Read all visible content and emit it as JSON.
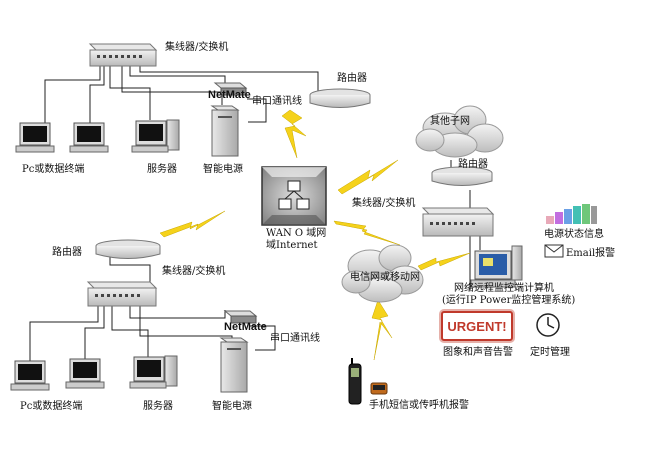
{
  "labels": {
    "hub_top": "集线器/交换机",
    "router_top": "路由器",
    "netmate_top": "NetMate",
    "serial_top": "串口通讯线",
    "pc_top": "Pc或数据终端",
    "server_top": "服务器",
    "ups_top": "智能电源",
    "wan_line1": "WAN O 域网",
    "wan_line2": "域Internet",
    "other_net": "其他子网",
    "router_right": "路由器",
    "hub_right": "集线器/交换机",
    "router_left": "路由器",
    "hub_left": "集线器/交换机",
    "power_info": "电源状态信息",
    "email_alarm": "Email报警",
    "telecom_net": "电信网或移动网",
    "remote_line1": "网络远程监控端计算机",
    "remote_line2": "(运行IP Power监控管理系统)",
    "urgent": "URGENT!",
    "alarm_sound": "图象和声音告警",
    "timer": "定时管理",
    "netmate_bottom": "NetMate",
    "serial_bottom": "串口通讯线",
    "pc_bottom": "Pc或数据终端",
    "server_bottom": "服务器",
    "ups_bottom": "智能电源",
    "sms_alarm": "手机短信或传呼机报警"
  },
  "colors": {
    "bolt": "#f5d21b",
    "line": "#222222",
    "device_gray": "#cfcfcf",
    "urgent_red": "#c0392b",
    "screen_blue": "#2a5da8"
  }
}
